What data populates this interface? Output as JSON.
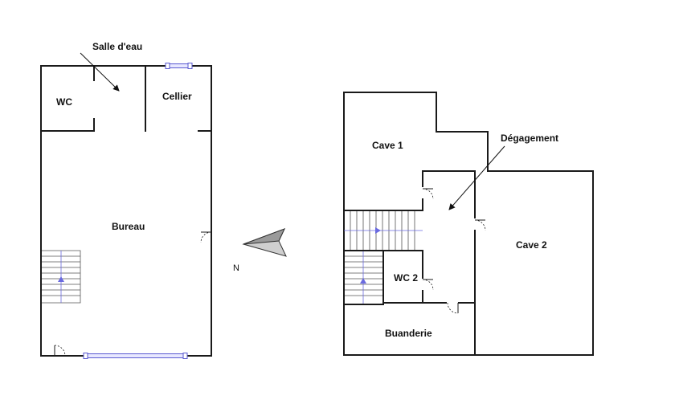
{
  "rooms": {
    "salle_deau": "Salle d'eau",
    "wc": "WC",
    "cellier": "Cellier",
    "bureau": "Bureau",
    "cave1": "Cave 1",
    "degagement": "Dégagement",
    "cave2": "Cave 2",
    "wc2": "WC 2",
    "buanderie": "Buanderie"
  },
  "compass": {
    "north_label": "N"
  },
  "colors": {
    "wall": "#1a1a1a",
    "window": "#5a5ad0",
    "stair_arrow": "#6a6ae0"
  }
}
